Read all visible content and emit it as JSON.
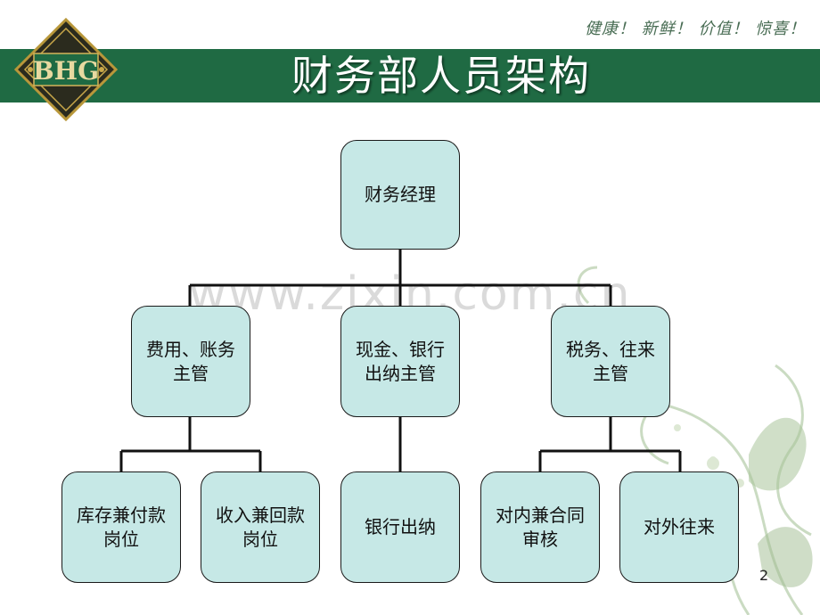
{
  "header": {
    "tagline": "健康！ 新鲜！ 价值！ 惊喜！",
    "title": "财务部人员架构",
    "logo_text": "BHG"
  },
  "watermark": "www.zixin.com.cn",
  "org_chart": {
    "root": "财务经理",
    "managers": [
      "费用、账务\n主管",
      "现金、银行\n出纳主管",
      "税务、往来\n主管"
    ],
    "staff": [
      "库存兼付款\n岗位",
      "收入兼回款\n岗位",
      "银行出纳",
      "对内兼合同\n审核",
      "对外往来"
    ]
  },
  "page_number": "2",
  "colors": {
    "banner": "#1f6a43",
    "box_fill": "#c6e8e6",
    "tagline": "#4a6e55"
  }
}
